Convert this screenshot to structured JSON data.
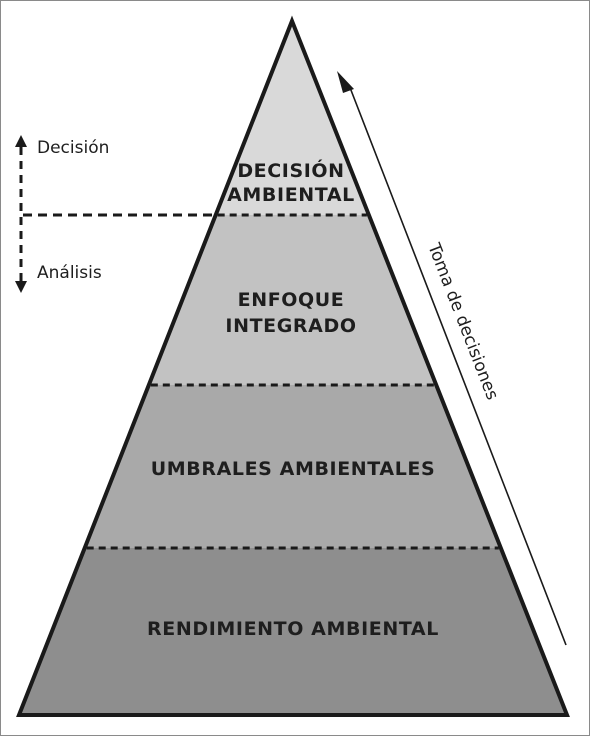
{
  "layers": [
    {
      "lines": [
        "DECISIÓN",
        "AMBIENTAL"
      ],
      "fill": "#d9d9d9"
    },
    {
      "lines": [
        "ENFOQUE",
        "INTEGRADO"
      ],
      "fill": "#c2c2c2"
    },
    {
      "lines": [
        "UMBRALES AMBIENTALES"
      ],
      "fill": "#a9a9a9"
    },
    {
      "lines": [
        "RENDIMIENTO AMBIENTAL"
      ],
      "fill": "#8e8e8e"
    }
  ],
  "indicator": {
    "up_label": "Decisión",
    "down_label": "Análisis"
  },
  "arrow_label": "Toma de decisiones",
  "colors": {
    "outline": "#1a1a1a",
    "background": "#ffffff"
  }
}
